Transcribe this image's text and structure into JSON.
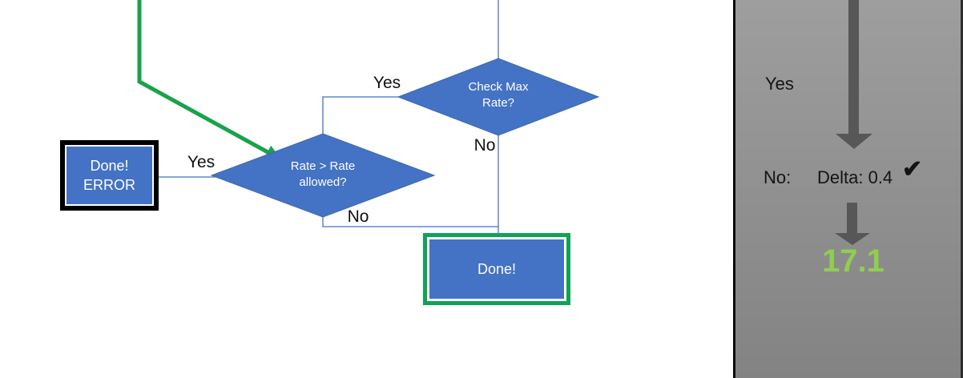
{
  "colors": {
    "shape_blue": "#4472C4",
    "connector_blue": "#4472C4",
    "arrow_green": "#17A349",
    "done_border_green": "#0FA355",
    "error_border_black": "#000000",
    "panel_gray_top": "#9E9E9E",
    "panel_gray_bottom": "#838383",
    "panel_arrow_gray": "#575757",
    "result_green": "#8FCE4F"
  },
  "flowchart": {
    "check_max": {
      "label": "Check Max Rate?",
      "yes": "Yes",
      "no": "No"
    },
    "rate": {
      "label": "Rate > Rate allowed?",
      "yes": "Yes",
      "no": "No"
    },
    "done_error": {
      "line1": "Done!",
      "line2": "ERROR"
    },
    "done": {
      "label": "Done!"
    }
  },
  "panel": {
    "yes": "Yes",
    "no": "No:",
    "delta": "Delta: 0.4",
    "check": "✔",
    "result": "17.1"
  }
}
